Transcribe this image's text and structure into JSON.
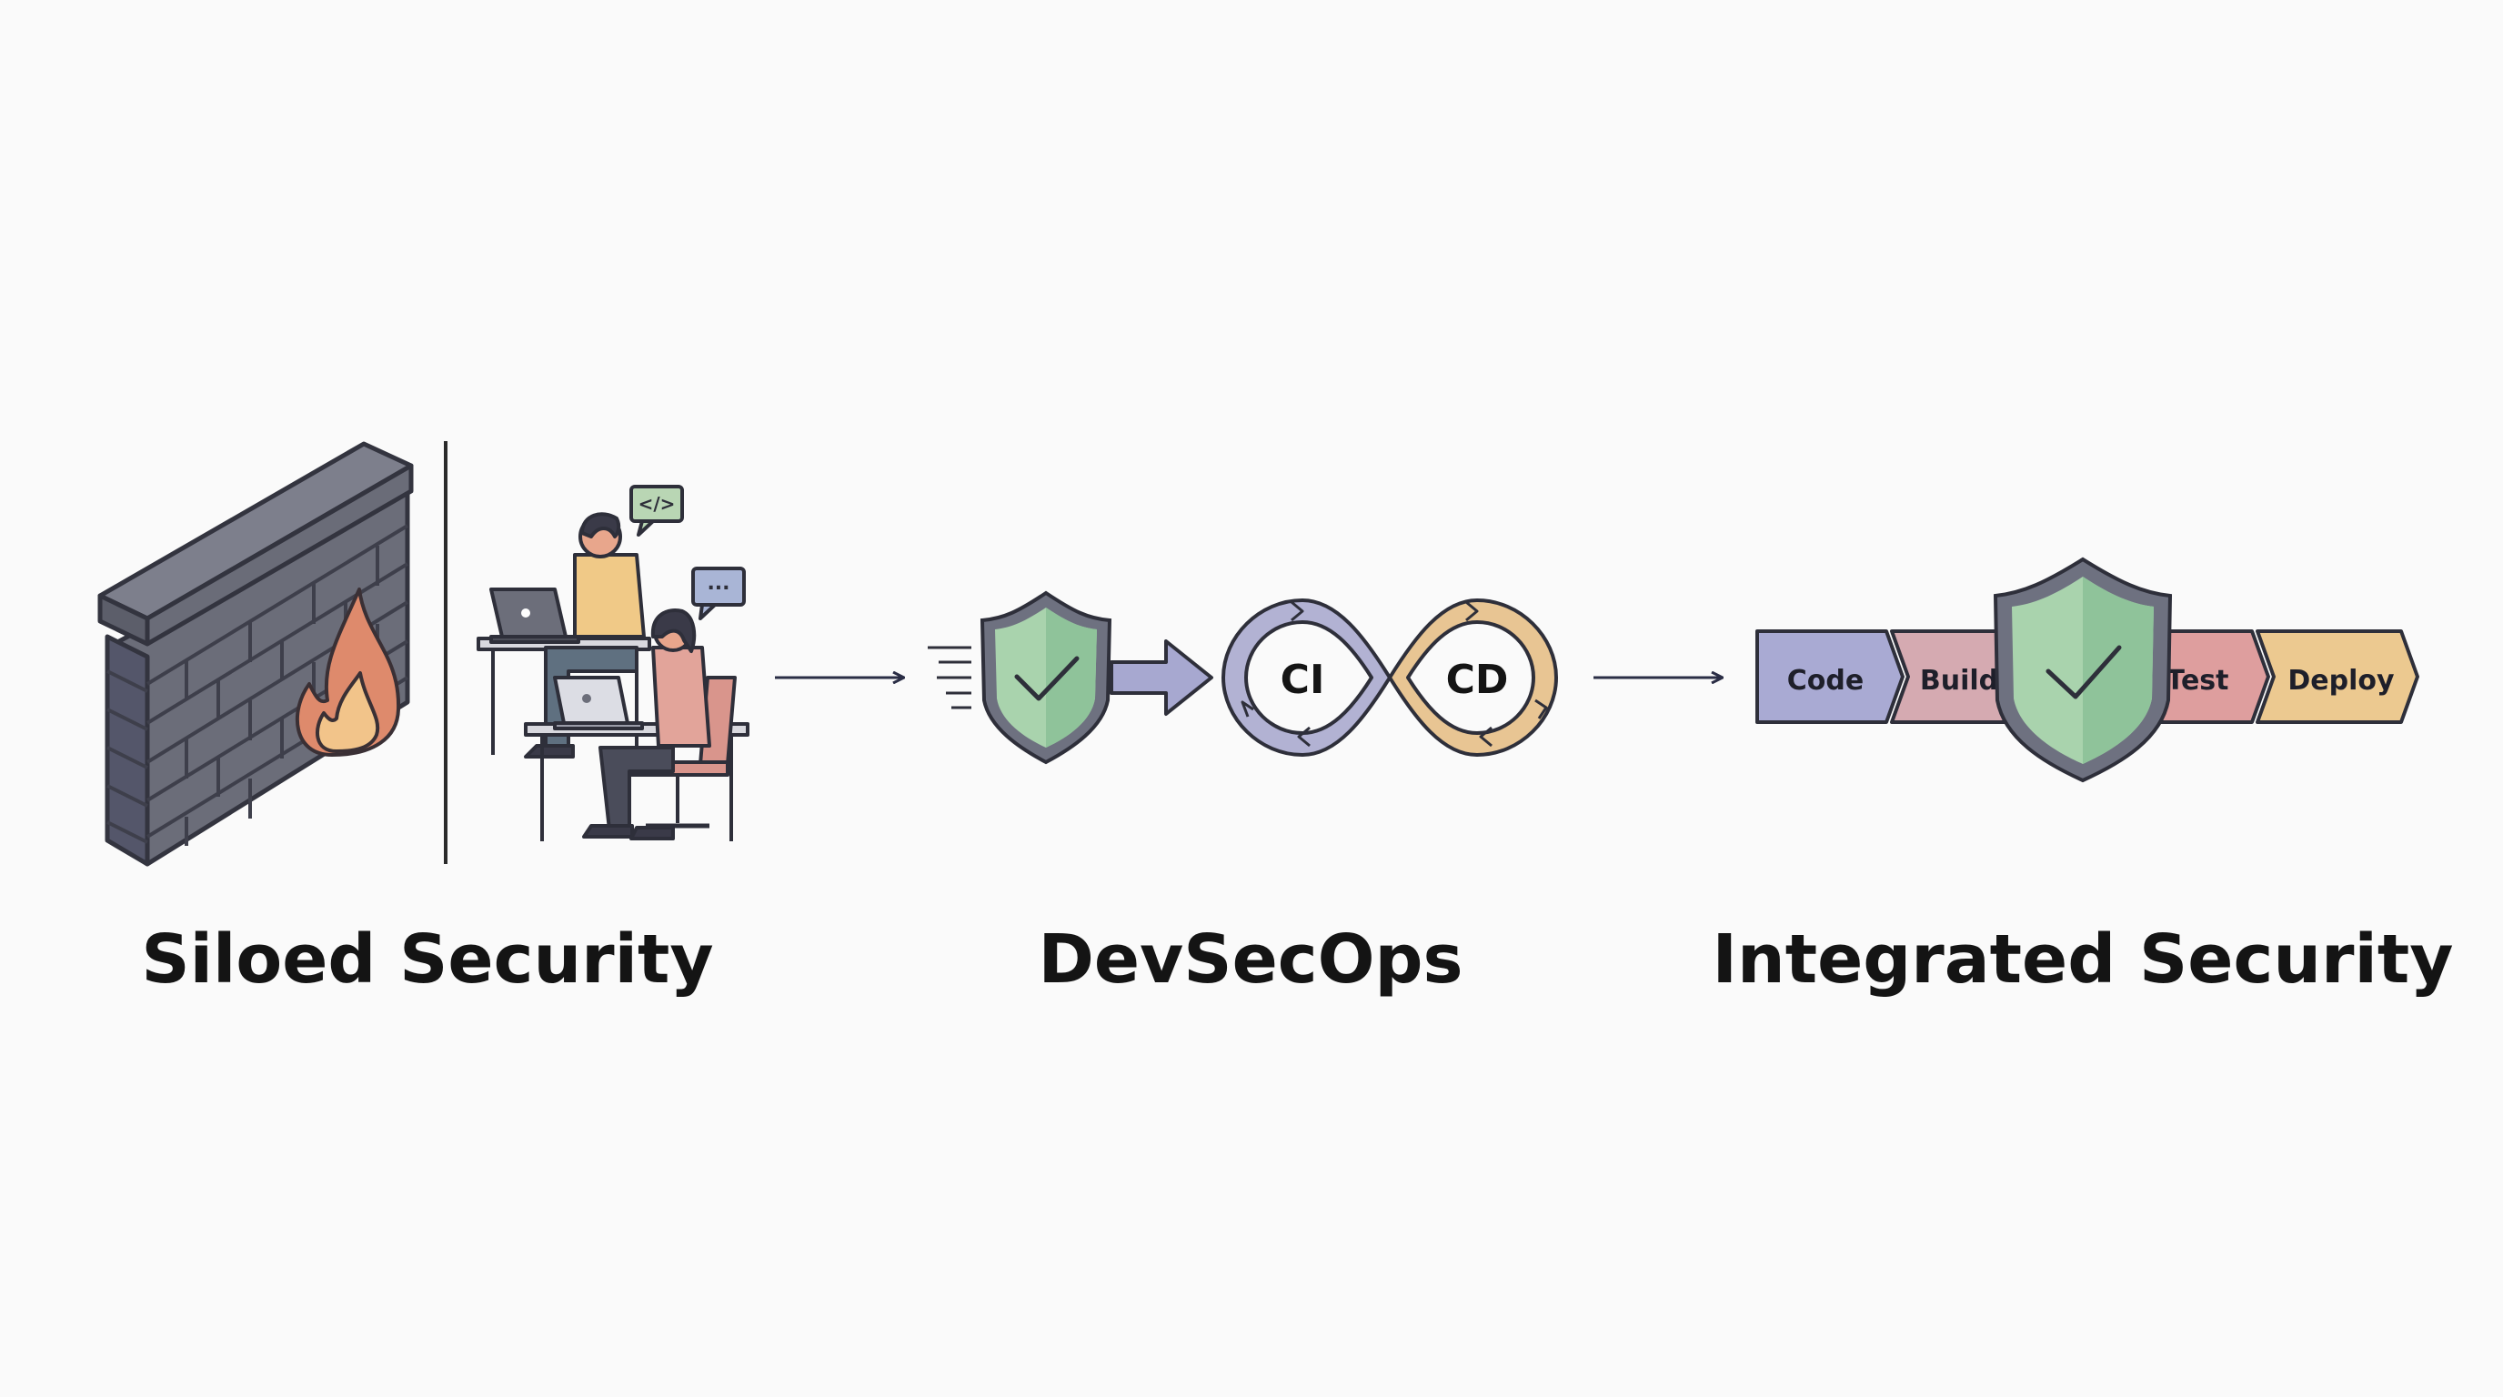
{
  "stages": [
    {
      "label": "Siloed Security"
    },
    {
      "label": "DevSecOps"
    },
    {
      "label": "Integrated Security"
    }
  ],
  "code_bubble": "</>",
  "chat_bubble": "...",
  "loop": {
    "left": "CI",
    "right": "CD"
  },
  "pipeline": [
    "Code",
    "Build",
    "Test",
    "Deploy"
  ],
  "colors": {
    "wall": "#6b6d79",
    "wall_top": "#7b7d8a",
    "flame_outer": "#de8a6c",
    "flame_inner": "#f2c48a",
    "shield_green": "#a9d3ad",
    "shield_border": "#6e7180",
    "ci_purple": "#b2b2d3",
    "cd_orange": "#e8c593",
    "code_stage": "#a9aad3",
    "build_stage": "#d5aab1",
    "test_stage": "#de9e9e",
    "deploy_stage": "#ecc990"
  },
  "icons": [
    "brick-wall-icon",
    "flame-icon",
    "developer-icon",
    "chat-bubble-icon",
    "shield-check-icon",
    "arrow-right-icon",
    "infinity-loop-icon"
  ]
}
